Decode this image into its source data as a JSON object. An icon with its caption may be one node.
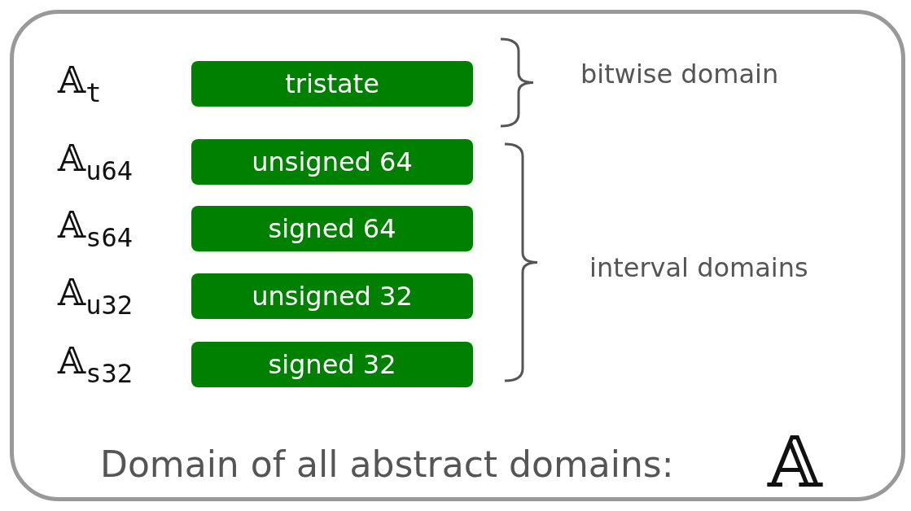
{
  "diagram": {
    "nodes": [
      {
        "text": [
          "Domain of all abstract domains:",
          "𝔸"
        ]
      },
      {
        "text": [
          "tristate"
        ],
        "in": 0,
        "beside": [
          "𝔸$_{t}$"
        ]
      },
      {
        "text": [
          "unsigned 64"
        ],
        "in": 0,
        "beside": [
          "𝔸$_{u64}$"
        ]
      },
      {
        "text": [
          "signed 64"
        ],
        "in": 0,
        "beside": [
          "𝔸$_{s64}$"
        ]
      },
      {
        "text": [
          "unsigned 32"
        ],
        "in": 0,
        "beside": [
          "𝔸$_{u32}$"
        ]
      },
      {
        "text": [
          "signed 32"
        ],
        "in": 0,
        "beside": [
          "𝔸$_{s32}$"
        ]
      }
    ],
    "edges": [],
    "labels": [
      "bitwise domain",
      "interval domains"
    ]
  }
}
